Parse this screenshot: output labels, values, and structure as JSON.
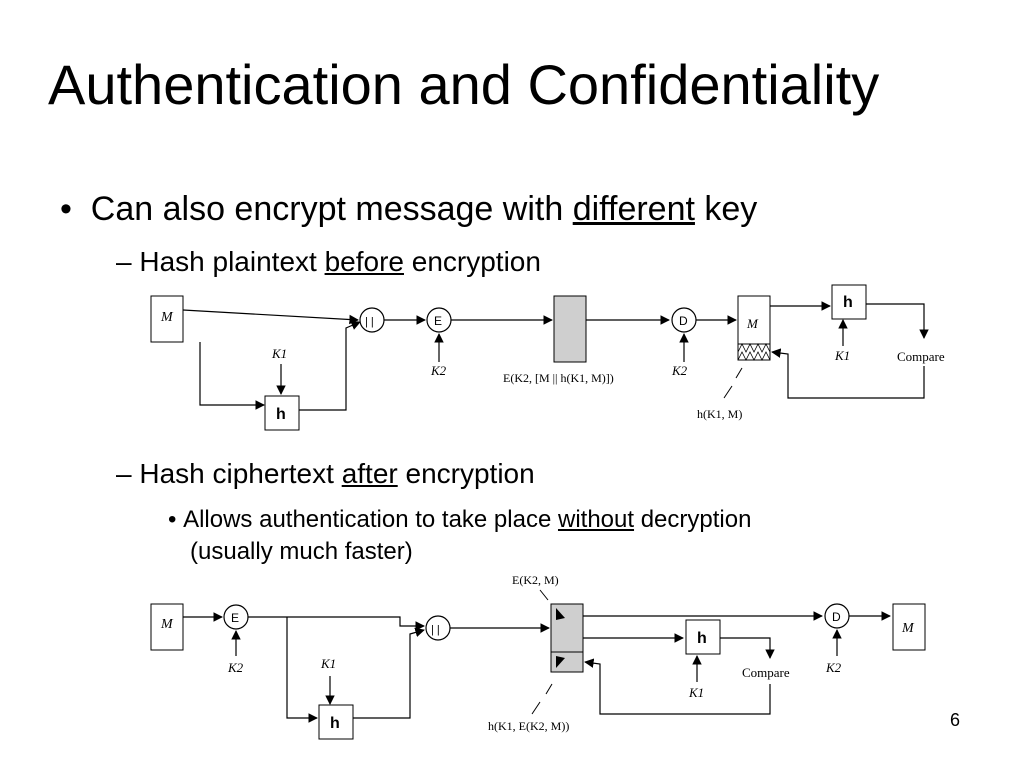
{
  "slide": {
    "title": "Authentication and Confidentiality",
    "bullet1": {
      "pre": "Can also encrypt message with ",
      "underlined": "different",
      "post": " key"
    },
    "sub1": {
      "pre": "Hash plaintext ",
      "underlined": "before",
      "post": " encryption"
    },
    "sub2": {
      "pre": "Hash ciphertext ",
      "underlined": "after",
      "post": " encryption"
    },
    "sub2_point": {
      "pre": "Allows authentication to take place ",
      "underlined": "without",
      "post": " decryption",
      "line2": "(usually much faster)"
    },
    "page_number": "6"
  },
  "diagram1": {
    "message": "M",
    "concat": "| |",
    "encrypt": "E",
    "decrypt": "D",
    "hash": "h",
    "k1": "K1",
    "k2": "K2",
    "ciphertext_label": "E(K2, [M || h(K1, M)])",
    "received_message": "M",
    "hash_label": "h(K1, M)",
    "compare": "Compare"
  },
  "diagram2": {
    "message": "M",
    "encrypt": "E",
    "concat": "| |",
    "decrypt": "D",
    "hash": "h",
    "k1": "K1",
    "k2": "K2",
    "ciphertext_label": "E(K2, M)",
    "hash_label": "h(K1, E(K2, M))",
    "compare": "Compare",
    "output_message": "M"
  }
}
